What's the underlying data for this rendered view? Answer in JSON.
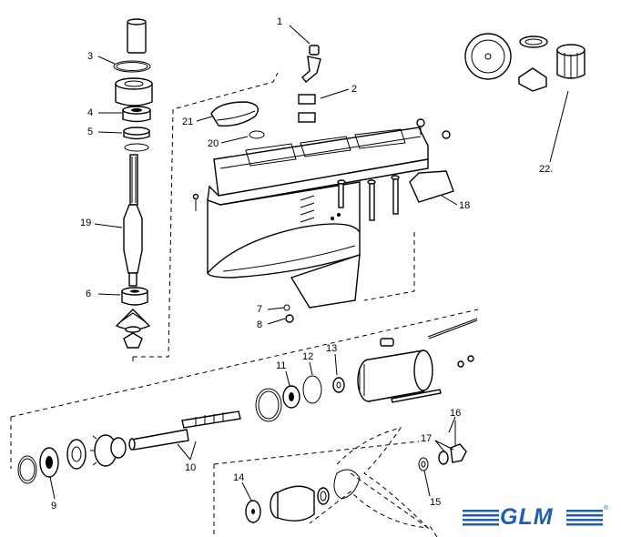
{
  "callouts": [
    {
      "id": "1",
      "text": "1"
    },
    {
      "id": "2",
      "text": "2"
    },
    {
      "id": "3",
      "text": "3"
    },
    {
      "id": "4",
      "text": "4"
    },
    {
      "id": "5",
      "text": "5"
    },
    {
      "id": "6",
      "text": "6"
    },
    {
      "id": "7",
      "text": "7"
    },
    {
      "id": "8",
      "text": "8"
    },
    {
      "id": "9",
      "text": "9"
    },
    {
      "id": "10",
      "text": "10"
    },
    {
      "id": "11",
      "text": "11"
    },
    {
      "id": "12",
      "text": "12"
    },
    {
      "id": "13",
      "text": "13"
    },
    {
      "id": "14",
      "text": "14"
    },
    {
      "id": "15",
      "text": "15"
    },
    {
      "id": "16",
      "text": "16"
    },
    {
      "id": "17",
      "text": "17"
    },
    {
      "id": "18",
      "text": "18"
    },
    {
      "id": "19",
      "text": "19"
    },
    {
      "id": "20",
      "text": "20"
    },
    {
      "id": "21",
      "text": "21"
    },
    {
      "id": "22",
      "text": "22."
    }
  ],
  "logo": {
    "text": "GLM",
    "registered": "®",
    "color": "#1f5fae"
  }
}
